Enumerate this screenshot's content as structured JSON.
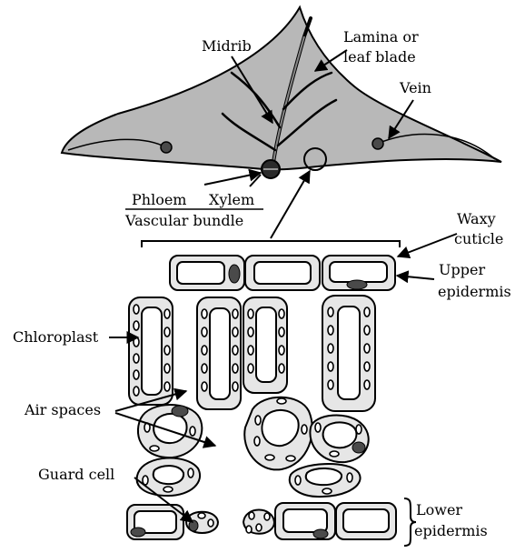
{
  "labels": {
    "midrib": "Midrib",
    "lamina_line1": "Lamina or",
    "lamina_line2": "leaf blade",
    "vein": "Vein",
    "phloem": "Phloem",
    "xylem": "Xylem",
    "vascular_bundle": "Vascular bundle",
    "waxy_line1": "Waxy",
    "waxy_line2": "cuticle",
    "upper_line1": "Upper",
    "upper_line2": "epidermis",
    "chloroplast": "Chloroplast",
    "air_spaces": "Air spaces",
    "guard_cell": "Guard cell",
    "lower_line1": "Lower",
    "lower_line2": "epidermis"
  },
  "colors": {
    "leaf_fill": "#b8b8b8",
    "cell_fill": "#e6e6e6",
    "dark_fill": "#4a4a4a",
    "stroke": "#000000"
  }
}
